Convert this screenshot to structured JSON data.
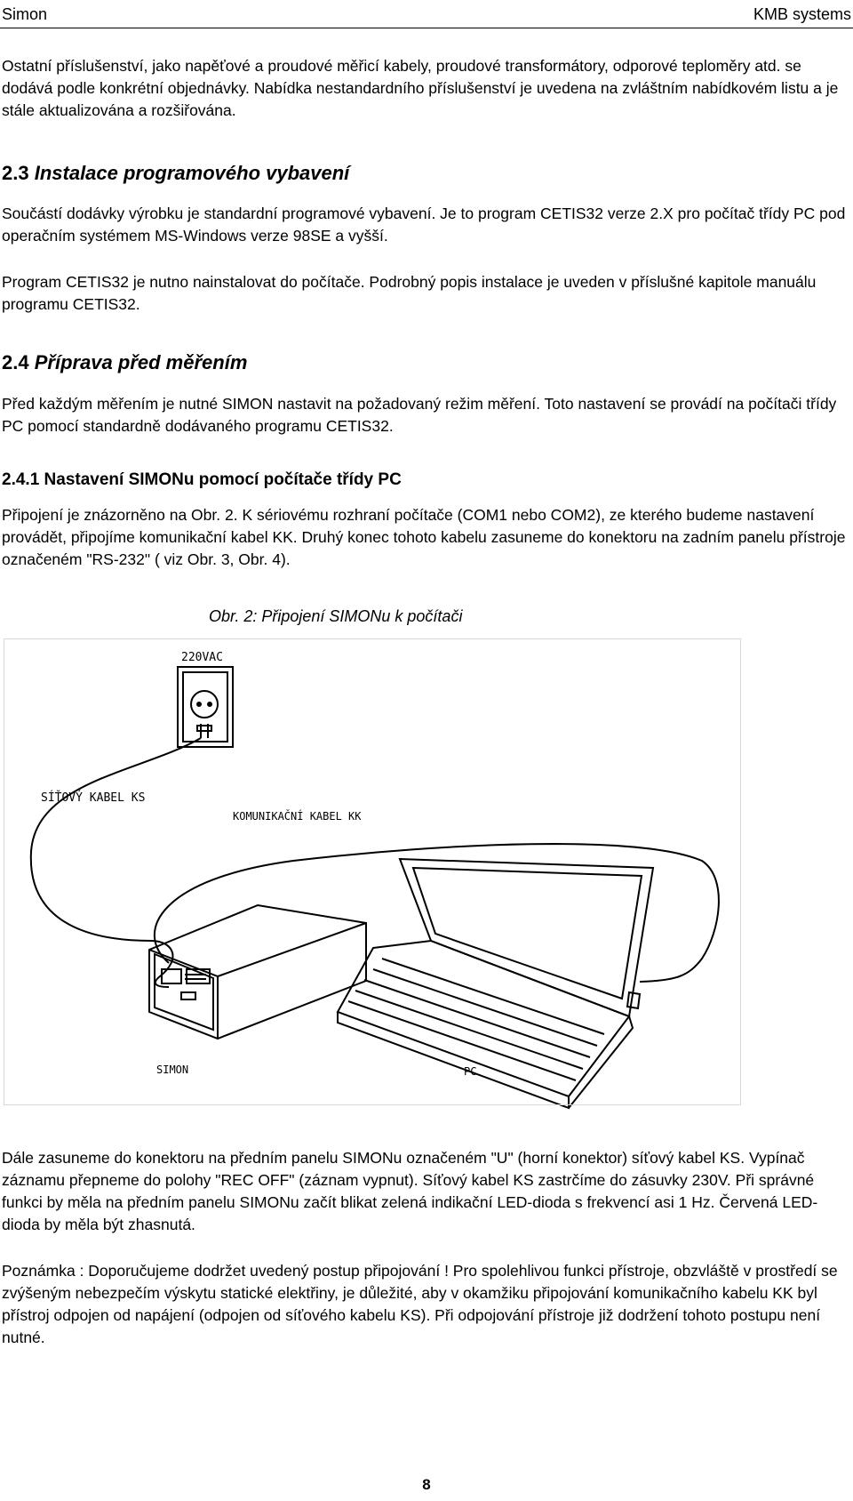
{
  "header": {
    "left": "Simon",
    "right": "KMB systems"
  },
  "intro": "Ostatní příslušenství, jako napěťové a proudové měřicí kabely, proudové transformátory, odporové teploměry atd. se dodává podle konkrétní objednávky. Nabídka nestandardního příslušenství je uvedena na zvláštním nabídkovém listu a je stále aktualizována a rozšiřována.",
  "s23": {
    "num": "2.3",
    "title": "Instalace programového vybavení",
    "p1": "Součástí dodávky výrobku je standardní programové vybavení. Je to program CETIS32 verze 2.X pro počítač třídy PC pod operačním systémem MS-Windows verze 98SE a vyšší.",
    "p2": "Program CETIS32 je nutno nainstalovat do počítače. Podrobný popis instalace je uveden v příslušné kapitole manuálu programu CETIS32."
  },
  "s24": {
    "num": "2.4",
    "title": "Příprava před měřením",
    "p1": "Před každým měřením je nutné SIMON nastavit na požadovaný režim měření. Toto nastavení se provádí na počítači třídy PC pomocí standardně dodávaného programu CETIS32."
  },
  "s241": {
    "title": "2.4.1  Nastavení SIMONu pomocí počítače třídy PC",
    "p1": "Připojení je znázorněno na Obr. 2. K sériovému rozhraní počítače (COM1 nebo COM2), ze kterého budeme nastavení provádět, připojíme komunikační kabel KK. Druhý konec tohoto kabelu zasuneme do konektoru na zadním panelu přístroje označeném \"RS-232\" ( viz  Obr. 3, Obr. 4)."
  },
  "figure": {
    "caption": "Obr. 2:  Připojení SIMONu k počítači",
    "label_power": "220VAC",
    "label_ks": "SÍŤOVÝ KABEL KS",
    "label_kk": "KOMUNIKAČNÍ KABEL KK",
    "label_simon": "SIMON",
    "label_pc": "PC"
  },
  "after": {
    "p1": "Dále zasuneme do konektoru na předním panelu SIMONu označeném \"U\" (horní konektor) síťový kabel KS. Vypínač záznamu přepneme do polohy \"REC OFF\" (záznam vypnut). Síťový kabel KS zastrčíme do zásuvky 230V. Při správné funkci by měla na předním panelu SIMONu začít blikat zelená indikační LED-dioda s frekvencí asi 1 Hz. Červená LED-dioda  by měla být zhasnutá.",
    "p2": "Poznámka : Doporučujeme dodržet uvedený postup připojování ! Pro spolehlivou funkci přístroje, obzvláště v prostředí se zvýšeným nebezpečím výskytu statické elektřiny, je důležité, aby v okamžiku připojování komunikačního kabelu KK byl přístroj odpojen od napájení (odpojen od síťového kabelu KS). Při odpojování přístroje již dodržení tohoto postupu není nutné."
  },
  "page_number": "8"
}
